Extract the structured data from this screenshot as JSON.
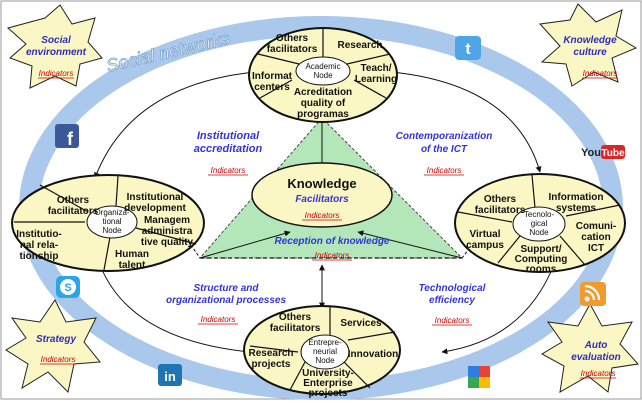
{
  "ring_title": "Social networks",
  "indicators": "Indicators",
  "corners": {
    "top_left": [
      "Social",
      "environment"
    ],
    "top_right": [
      "Knowledge",
      "culture"
    ],
    "bottom_left": [
      "Strategy"
    ],
    "bottom_right": [
      "Auto",
      "evaluation"
    ]
  },
  "center": {
    "title": "Knowledge",
    "subtitle": "Facilitators",
    "reception": "Reception of knowledge"
  },
  "edges": {
    "institutional": [
      "Institutional",
      "accreditation"
    ],
    "contemporanization": [
      "Contemporanization",
      "of the ICT"
    ],
    "structure": [
      "Structure and",
      "organizational processes"
    ],
    "technological": [
      "Technological",
      "efficiency"
    ]
  },
  "nodes": {
    "academic": {
      "center": [
        "Academic",
        "Node"
      ],
      "others": [
        "Others",
        "facilitators"
      ],
      "research": [
        "Research"
      ],
      "teach": [
        "Teach/",
        "Learning"
      ],
      "informat": [
        "Informat",
        "centers"
      ],
      "accreditation": [
        "Acreditation",
        "quality of",
        "programas"
      ]
    },
    "organizational": {
      "center": [
        "Organiza-",
        "tional",
        "Node"
      ],
      "others": [
        "Others",
        "facilitators"
      ],
      "development": [
        "Institutional",
        "development"
      ],
      "relationship": [
        "Institutio-",
        "nal rela-",
        "tionship"
      ],
      "management": [
        "Managem",
        "administra",
        "tive quality"
      ],
      "talent": [
        "Human",
        "talent"
      ]
    },
    "technological": {
      "center": [
        "Tecnolo-",
        "gical",
        "Node"
      ],
      "others": [
        "Others",
        "facilitators"
      ],
      "systems": [
        "Information",
        "systems"
      ],
      "virtual": [
        "Virtual",
        "campus"
      ],
      "communication": [
        "Comuni-",
        "cation",
        "ICT"
      ],
      "rooms": [
        "Support/",
        "Computing",
        "rooms"
      ]
    },
    "entrepreneurial": {
      "center": [
        "Entrepre-",
        "neurial",
        "Node"
      ],
      "others": [
        "Others",
        "facilitators"
      ],
      "services": [
        "Services"
      ],
      "research": [
        "Research",
        "projects"
      ],
      "innovation": [
        "Innovation"
      ],
      "enterprise": [
        "University-",
        "Enterprise",
        "projects"
      ]
    }
  },
  "social_icons": {
    "twitter": "twitter-icon",
    "facebook": "facebook-icon",
    "youtube": "youtube-icon",
    "skype": "skype-icon",
    "rss": "rss-icon",
    "linkedin": "linkedin-icon",
    "google": "google-icon"
  },
  "icon_text": {
    "facebook": "f",
    "twitter": "t",
    "youtube_you": "You",
    "youtube_tube": "Tube",
    "skype": "S",
    "linkedin": "in"
  },
  "colors": {
    "ring": "#a9c8ec",
    "ellipse_fill": "#fbf7c4",
    "triangle_fill": "#b3e6b8",
    "blue_text": "#3333dd",
    "indicator_text": "#cc0000"
  }
}
